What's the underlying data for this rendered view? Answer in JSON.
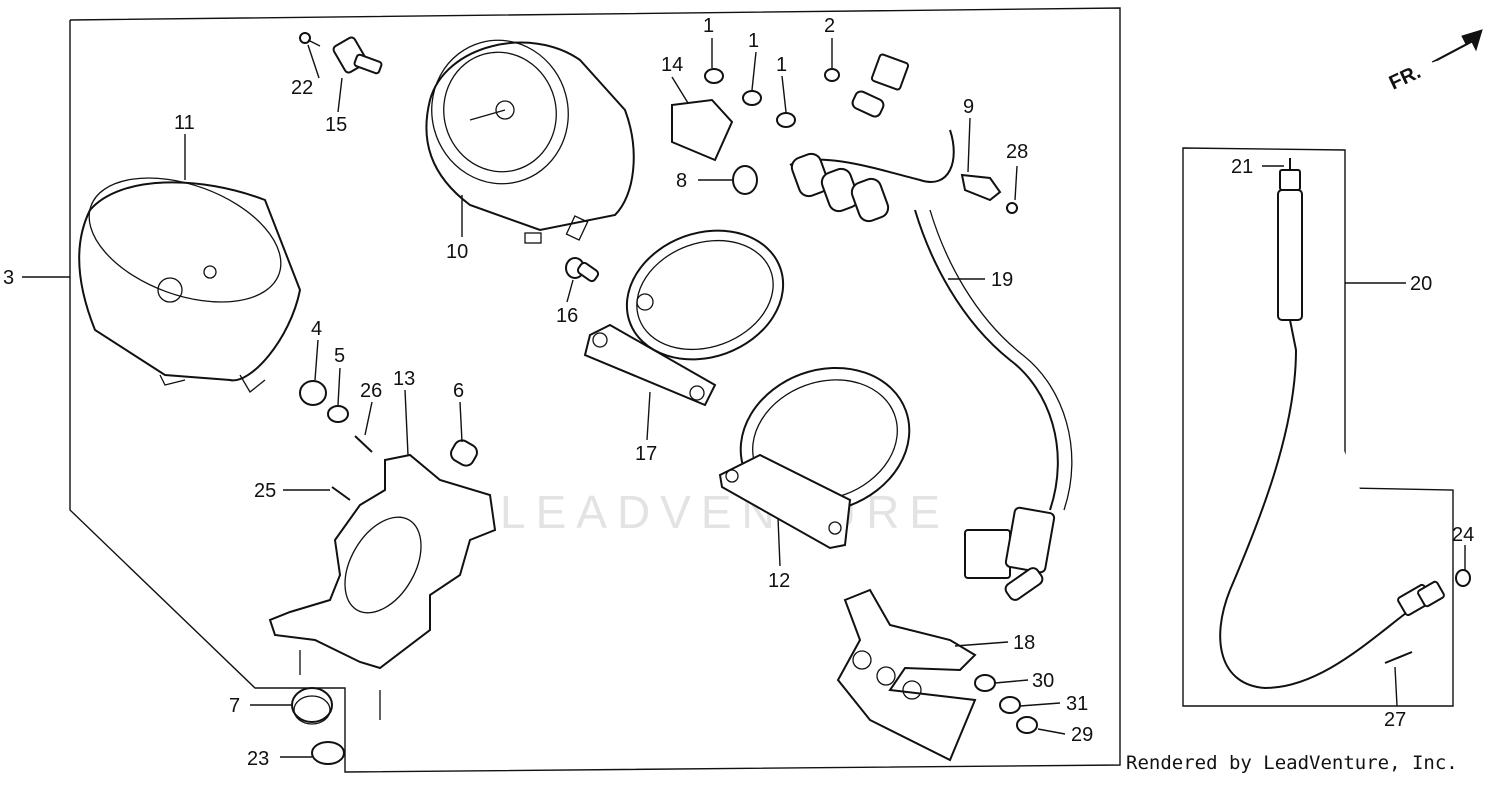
{
  "direction_label": "FR.",
  "watermark": "LEADVENTURE",
  "credit": "Rendered by LeadVenture, Inc.",
  "callouts": [
    "1",
    "1",
    "1",
    "2",
    "3",
    "4",
    "5",
    "6",
    "7",
    "8",
    "9",
    "10",
    "11",
    "12",
    "13",
    "14",
    "15",
    "16",
    "17",
    "18",
    "19",
    "20",
    "21",
    "22",
    "23",
    "24",
    "25",
    "26",
    "27",
    "28",
    "29",
    "30",
    "31"
  ]
}
